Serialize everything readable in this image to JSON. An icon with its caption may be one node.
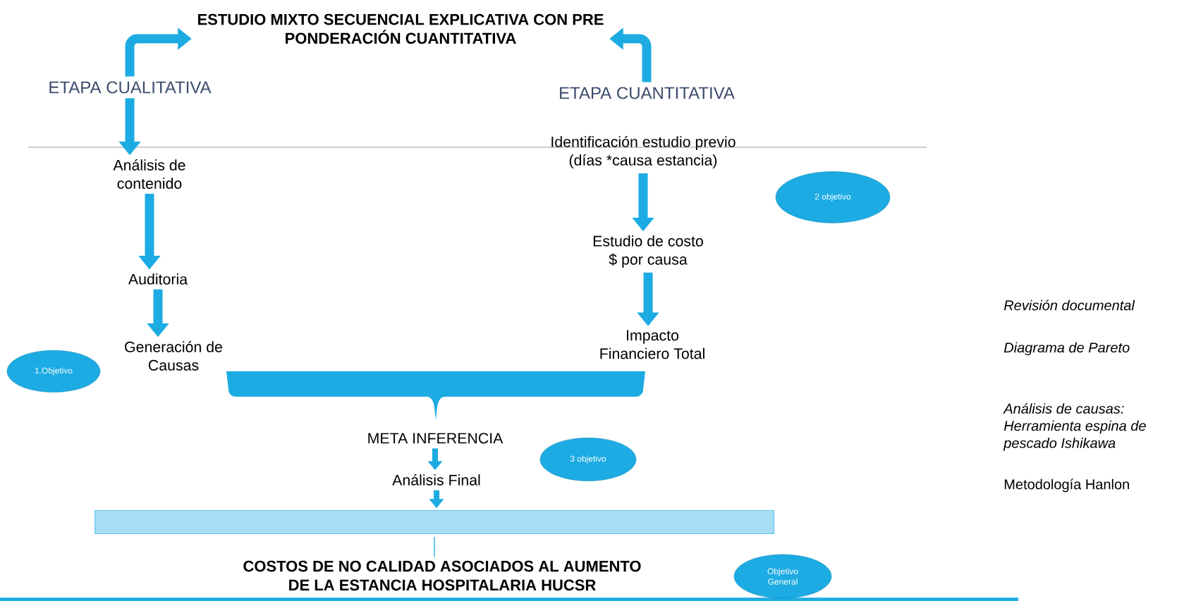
{
  "diagram": {
    "nodes": [
      {
        "text": [
          "ESTUDIO MIXTO SECUENCIAL EXPLICATIVA CON PRE PONDERACIÓN CUANTITATIVA"
        ]
      },
      {
        "text": [
          "ETAPA CUALITATIVA"
        ]
      },
      {
        "text": [
          "ETAPA CUANTITATIVA"
        ]
      },
      {
        "text": [
          "Análisis de contenido"
        ]
      },
      {
        "text": [
          "Auditoria"
        ]
      },
      {
        "text": [
          "Generación de Causas"
        ]
      },
      {
        "text": [
          "Identificación estudio previo (días *causa estancia)"
        ]
      },
      {
        "text": [
          "Estudio de costo $ por causa"
        ]
      },
      {
        "text": [
          "Impacto Financiero Total"
        ]
      },
      {
        "text": [],
        "shape": "brace"
      },
      {
        "text": [
          "META INFERENCIA"
        ]
      },
      {
        "text": [
          "Análisis Final"
        ]
      },
      {
        "text": [],
        "shape": "bar"
      },
      {
        "text": [
          "COSTOS DE NO CALIDAD ASOCIADOS AL AUMENTO DE LA ESTANCIA HOSPITALARIA HUCSR"
        ]
      },
      {
        "text": [
          "1.Objetivo"
        ]
      },
      {
        "text": [
          "2 objetivo"
        ]
      },
      {
        "text": [
          "3 objetivo"
        ]
      },
      {
        "text": [
          "Objetivo General"
        ]
      }
    ],
    "edges": [
      {
        "from": 1,
        "to": 0,
        "arrow": "to"
      },
      {
        "from": 2,
        "to": 0,
        "arrow": "to"
      },
      {
        "from": 1,
        "to": 3,
        "arrow": "to"
      },
      {
        "from": 3,
        "to": 4,
        "arrow": "to"
      },
      {
        "from": 4,
        "to": 5,
        "arrow": "to"
      },
      {
        "from": 6,
        "to": 7,
        "arrow": "to"
      },
      {
        "from": 7,
        "to": 8,
        "arrow": "to"
      },
      {
        "from": 10,
        "to": 11,
        "arrow": "to"
      },
      {
        "from": 11,
        "to": 12,
        "arrow": "to"
      },
      {
        "from": 12,
        "to": 13,
        "arrow": "none"
      }
    ],
    "labels": [
      "Revisión documental",
      "Diagrama de Pareto",
      "Análisis de causas: Herramienta espina de pescado Ishikawa",
      "Metodología Hanlon"
    ]
  }
}
